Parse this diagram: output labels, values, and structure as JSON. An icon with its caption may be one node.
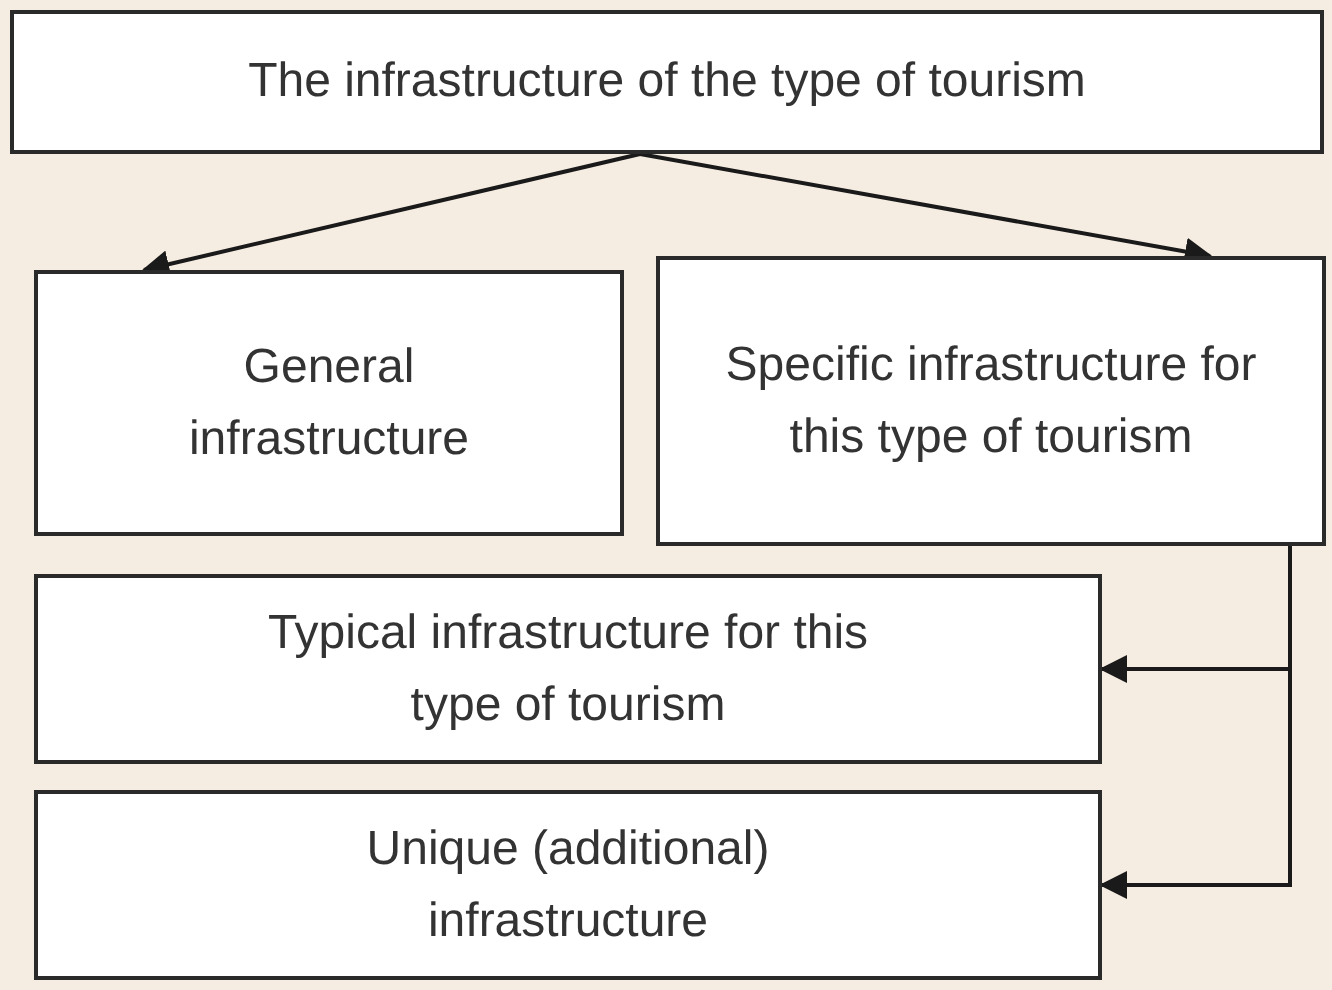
{
  "diagram": {
    "nodes": [
      {
        "text": [
          "The infrastructure of the type of tourism"
        ]
      },
      {
        "text": [
          "General infrastructure"
        ]
      },
      {
        "text": [
          "Specific infrastructure for this type of tourism"
        ]
      },
      {
        "text": [
          "Typical infrastructure for this type of tourism"
        ]
      },
      {
        "text": [
          "Unique (additional) infrastructure"
        ]
      }
    ],
    "edges": [
      {
        "from": 0,
        "to": 1,
        "arrow": "to"
      },
      {
        "from": 0,
        "to": 2,
        "arrow": "to"
      },
      {
        "from": 2,
        "to": 3,
        "arrow": "to"
      },
      {
        "from": 2,
        "to": 4,
        "arrow": "to"
      }
    ]
  }
}
